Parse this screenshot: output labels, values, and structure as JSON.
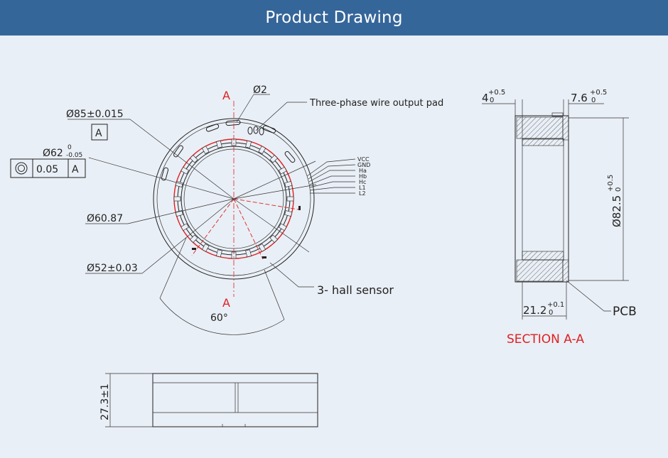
{
  "header": {
    "title": "Product Drawing"
  },
  "colors": {
    "header_bg": "#35669a",
    "page_bg": "#e9eff6",
    "line": "#222222",
    "section_red": "#e02020"
  },
  "front_view": {
    "section_label_top": "A",
    "section_label_bottom": "A",
    "hole_dia": "Ø2",
    "wire_pad_label": "Three-phase wire output pad",
    "outer_dia": "Ø85±0.015",
    "datum": "A",
    "inner_dia_main": "Ø62",
    "inner_dia_tol_upper": "0",
    "inner_dia_tol_lower": "-0.05",
    "concentricity_tol": "0.05",
    "concentricity_datum": "A",
    "dia_6087": "Ø60.87",
    "dia_52": "Ø52±0.03",
    "hall_label": "3- hall sensor",
    "angle": "60°",
    "wires": [
      "VCC",
      "GND",
      "Ha",
      "Hb",
      "Hc",
      "L1",
      "L2"
    ]
  },
  "section_view": {
    "title": "SECTION  A-A",
    "dim_left_main": "4",
    "dim_left_upper": "+0.5",
    "dim_left_lower": "0",
    "dim_right_main": "7.6",
    "dim_right_upper": "+0.5",
    "dim_right_lower": "0",
    "dia_main": "Ø82.5",
    "dia_upper": "+0.5",
    "dia_lower": "0",
    "width_main": "21.2",
    "width_upper": "+0.1",
    "width_lower": "0",
    "pcb_label": "PCB"
  },
  "side_view": {
    "height_dim": "27.3±1"
  }
}
